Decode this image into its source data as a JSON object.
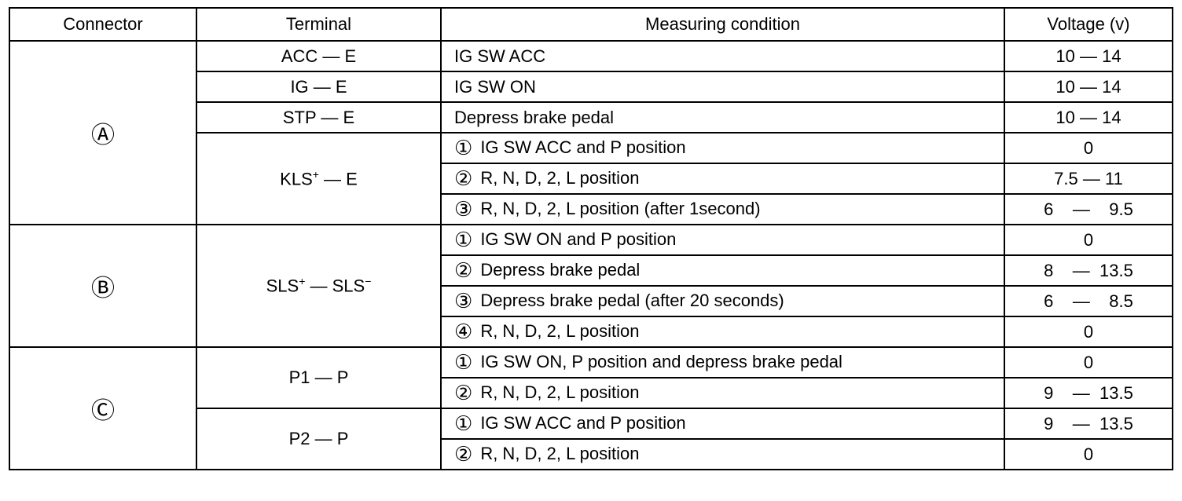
{
  "headers": {
    "connector": "Connector",
    "terminal": "Terminal",
    "condition": "Measuring condition",
    "voltage": "Voltage (v)"
  },
  "rows": [
    {
      "connector": "Ⓐ",
      "terminal": "ACC — E",
      "num": "",
      "condition": "IG SW ACC",
      "voltage": "10 — 14"
    },
    {
      "terminal": "IG — E",
      "num": "",
      "condition": "IG SW ON",
      "voltage": "10 — 14"
    },
    {
      "terminal": "STP — E",
      "num": "",
      "condition": "Depress brake pedal",
      "voltage": "10 — 14"
    },
    {
      "terminal_base": "KLS",
      "terminal_sup": "+",
      "terminal_rest": " — E",
      "num": "①",
      "condition": "IG SW ACC and P position",
      "voltage": "0"
    },
    {
      "num": "②",
      "condition": "R, N, D, 2, L position",
      "voltage": "7.5 — 11"
    },
    {
      "num": "③",
      "condition": "R, N, D, 2, L position (after 1second)",
      "voltage": "6    —    9.5"
    },
    {
      "connector": "Ⓑ",
      "terminal_base": "SLS",
      "terminal_sup": "+",
      "terminal_rest": " — SLS",
      "terminal_sup2": "−",
      "num": "①",
      "condition": "IG SW ON and P position",
      "voltage": "0"
    },
    {
      "num": "②",
      "condition": "Depress brake pedal",
      "voltage": "8    —  13.5"
    },
    {
      "num": "③",
      "condition": "Depress brake pedal (after 20 seconds)",
      "voltage": "6    —    8.5"
    },
    {
      "num": "④",
      "condition": "R, N, D, 2, L position",
      "voltage": "0"
    },
    {
      "connector": "Ⓒ",
      "terminal": "P1 — P",
      "num": "①",
      "condition": "IG SW ON, P position and depress brake pedal",
      "voltage": "0"
    },
    {
      "num": "②",
      "condition": "R, N, D, 2, L position",
      "voltage": "9    —  13.5"
    },
    {
      "terminal": "P2 — P",
      "num": "①",
      "condition": "IG SW ACC and P position",
      "voltage": "9    —  13.5"
    },
    {
      "num": "②",
      "condition": "R, N, D, 2, L position",
      "voltage": "0"
    }
  ]
}
